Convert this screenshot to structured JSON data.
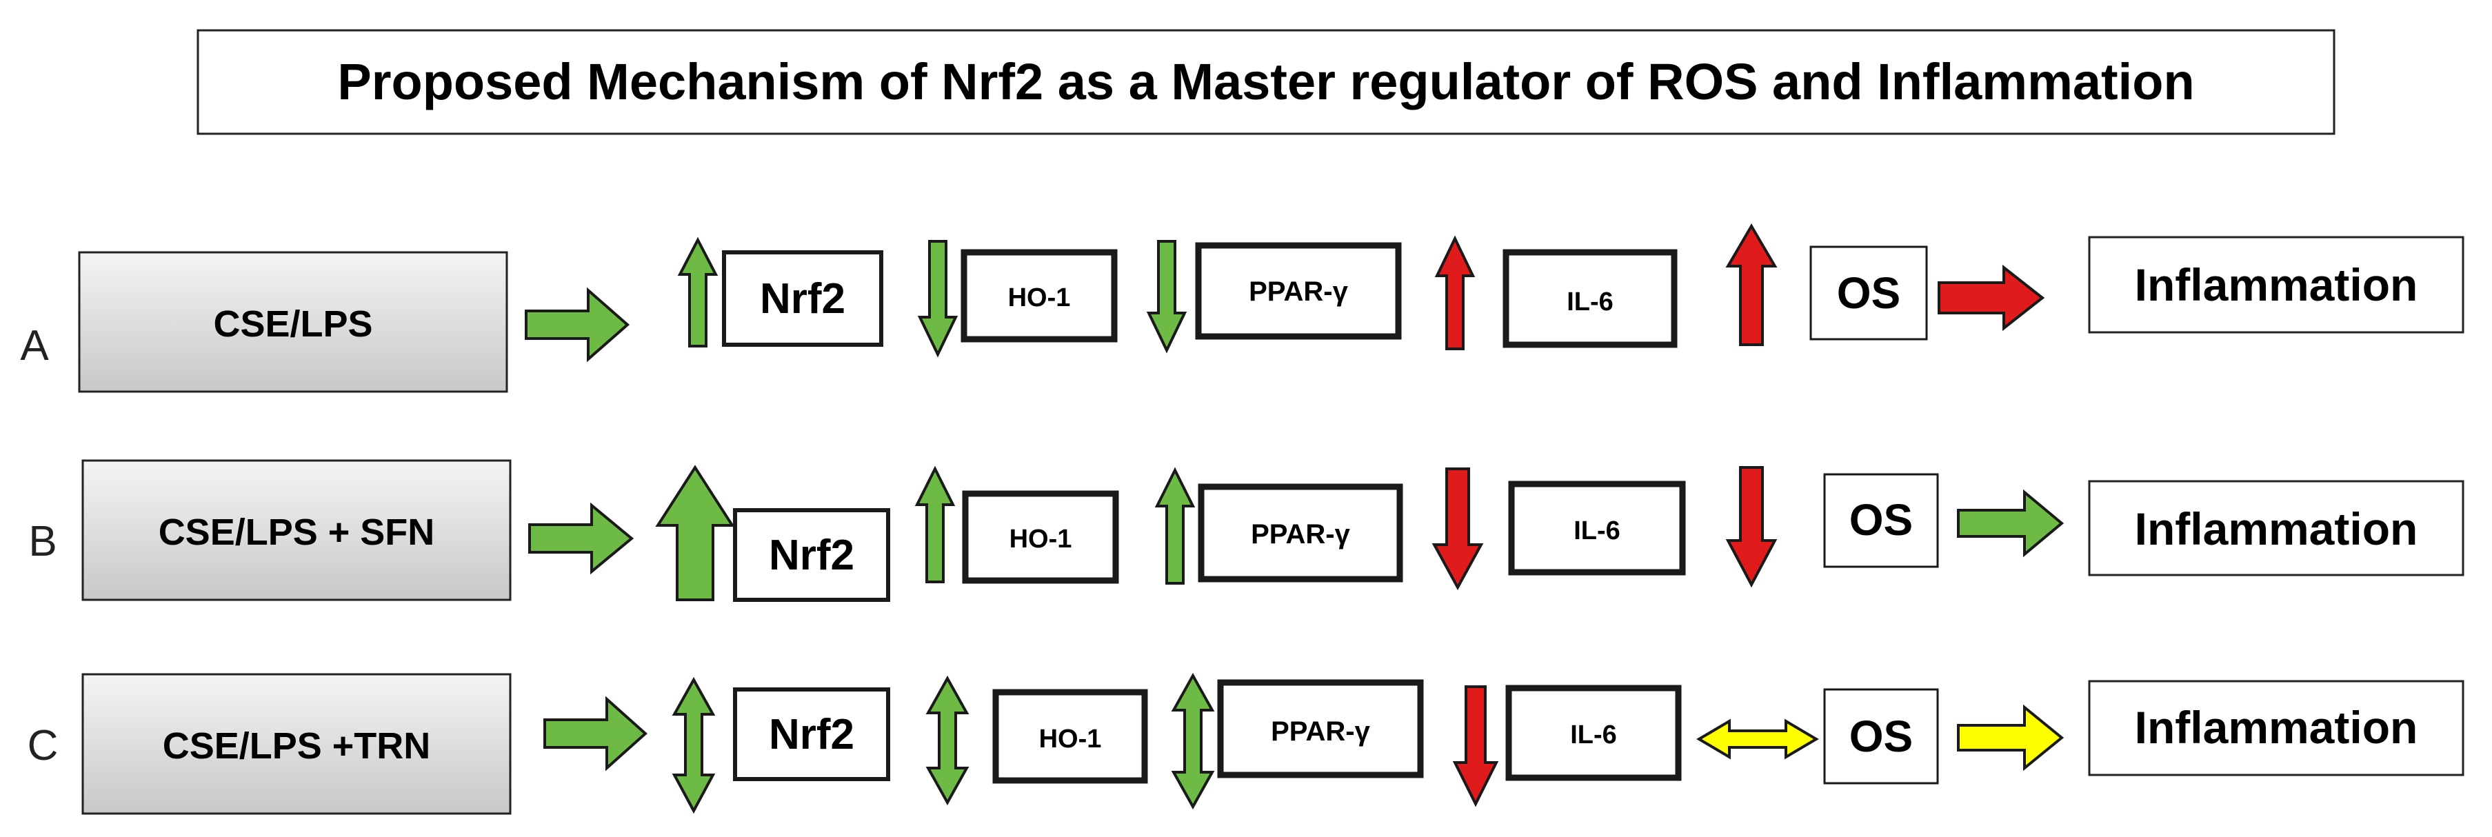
{
  "title": "Proposed Mechanism of Nrf2 as a Master regulator of ROS and Inflammation",
  "colors": {
    "green": "#6dbb45",
    "red": "#e01b1b",
    "yellow": "#ffff00",
    "outline": "#1a1a1a",
    "treatment_box_top": "#f4f4f4",
    "treatment_box_bottom": "#c8c8c8"
  },
  "rows": [
    {
      "label": "A",
      "treatment": "CSE/LPS",
      "nodes": [
        {
          "name": "Nrf2",
          "change": "up",
          "color": "green"
        },
        {
          "name": "HO-1",
          "change": "down",
          "color": "green"
        },
        {
          "name": "PPAR-γ",
          "change": "down",
          "color": "green"
        },
        {
          "name": "IL-6",
          "change": "up",
          "color": "red"
        },
        {
          "name": "OS",
          "change": "up",
          "color": "red"
        }
      ],
      "outcome_arrow_color": "red",
      "outcome": "Inflammation"
    },
    {
      "label": "B",
      "treatment": "CSE/LPS + SFN",
      "nodes": [
        {
          "name": "Nrf2",
          "change": "up-large",
          "color": "green"
        },
        {
          "name": "HO-1",
          "change": "up",
          "color": "green"
        },
        {
          "name": "PPAR-γ",
          "change": "up",
          "color": "green"
        },
        {
          "name": "IL-6",
          "change": "down",
          "color": "red"
        },
        {
          "name": "OS",
          "change": "down",
          "color": "red"
        }
      ],
      "outcome_arrow_color": "green",
      "outcome": "Inflammation"
    },
    {
      "label": "C",
      "treatment": "CSE/LPS +TRN",
      "nodes": [
        {
          "name": "Nrf2",
          "change": "both",
          "color": "green"
        },
        {
          "name": "HO-1",
          "change": "both",
          "color": "green"
        },
        {
          "name": "PPAR-γ",
          "change": "both",
          "color": "green"
        },
        {
          "name": "IL-6",
          "change": "down",
          "color": "red"
        },
        {
          "name": "OS",
          "change": "both-horizontal",
          "color": "yellow"
        }
      ],
      "outcome_arrow_color": "yellow",
      "outcome": "Inflammation"
    }
  ]
}
